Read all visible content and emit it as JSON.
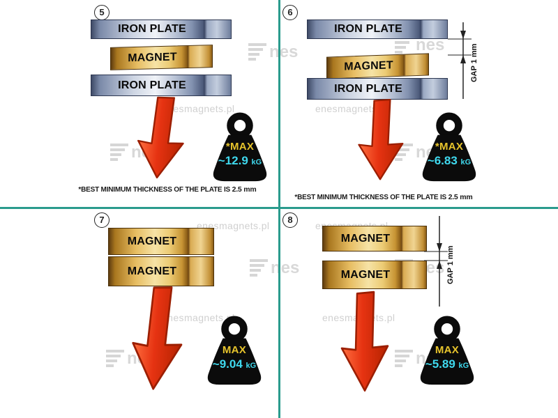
{
  "watermark": {
    "site": "enesmagnets.pl",
    "logo": "nes"
  },
  "colors": {
    "divider": "#2a9b8d",
    "arrow": "#e63312",
    "max-label": "#e7c42c",
    "value": "#3fd9ee",
    "watermark": "#d0d0d0"
  },
  "panels": [
    {
      "number": "5",
      "layers": {
        "top": "IRON PLATE",
        "middle": "MAGNET",
        "bottom": "IRON PLATE"
      },
      "weight": {
        "label": "*MAX",
        "value": "~12.9",
        "unit": "kG"
      },
      "footnote": {
        "text": "*BEST MINIMUM THICKNESS OF THE PLATE IS ",
        "bold": "2.5 mm"
      }
    },
    {
      "number": "6",
      "layers": {
        "top": "IRON PLATE",
        "middle": "MAGNET",
        "bottom": "IRON PLATE"
      },
      "gap_label": "GAP 1 mm",
      "weight": {
        "label": "*MAX",
        "value": "~6.83",
        "unit": "kG"
      },
      "footnote": {
        "text": "*BEST MINIMUM THICKNESS OF THE PLATE IS ",
        "bold": "2.5 mm"
      }
    },
    {
      "number": "7",
      "layers": {
        "top": "MAGNET",
        "bottom": "MAGNET"
      },
      "weight": {
        "label": "MAX",
        "value": "~9.04",
        "unit": "kG"
      }
    },
    {
      "number": "8",
      "layers": {
        "top": "MAGNET",
        "bottom": "MAGNET"
      },
      "gap_label": "GAP 1 mm",
      "weight": {
        "label": "MAX",
        "value": "~5.89",
        "unit": "kG"
      }
    }
  ]
}
